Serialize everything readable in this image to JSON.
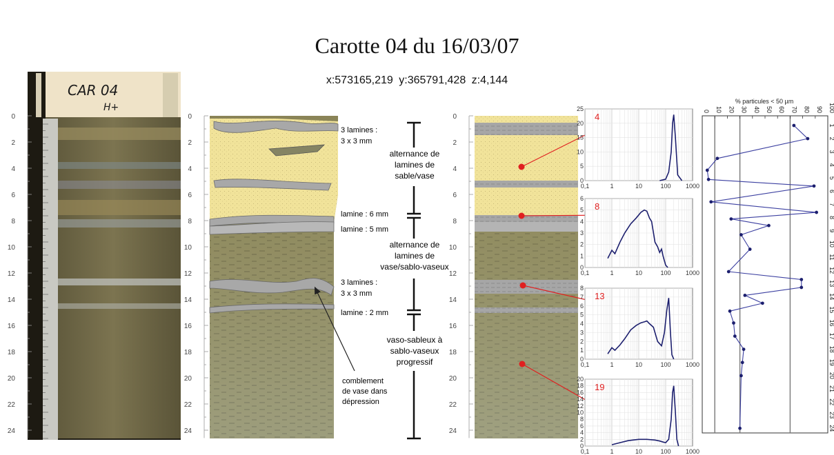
{
  "title": "Carotte 04 du 16/03/07",
  "coordinates": "x:573165,219   y:365791,428   z:4,144",
  "photo": {
    "label": "CAR 04",
    "sublabel": "H+"
  },
  "depth_ticks": [
    "0",
    "2",
    "4",
    "6",
    "8",
    "10",
    "12",
    "14",
    "16",
    "18",
    "20",
    "22",
    "24"
  ],
  "descriptions": {
    "lamines_1": [
      "3 lamines :",
      "3 x 3 mm"
    ],
    "lamine_6": "lamine : 6 mm",
    "lamine_5": "lamine : 5 mm",
    "lamines_2": [
      "3 lamines :",
      "3 x 3 mm"
    ],
    "lamine_2": "lamine : 2 mm",
    "comblement": [
      "comblement",
      "de vase dans",
      "dépression"
    ]
  },
  "units": {
    "u1": [
      "alternance de",
      "lamines de",
      "sable/vase"
    ],
    "u2": [
      "alternance de",
      "lamines de",
      "vase/sablo-vaseux"
    ],
    "u3": [
      "vaso-sableux à",
      "sablo-vaseux",
      "progressif"
    ]
  },
  "samples": [
    "4",
    "8",
    "13",
    "19"
  ],
  "colors": {
    "sand": "#f1e39a",
    "clay": "#a8a8a8",
    "mud": "#8a8457",
    "marker": "#e02020",
    "curve": "#1c1f6e"
  },
  "chart_data": [
    {
      "type": "line",
      "title": "",
      "sample": "4",
      "xscale": "log",
      "xticks": [
        "0,1",
        "1",
        "10",
        "100",
        "1000"
      ],
      "yticks": [
        "0",
        "5",
        "10",
        "15",
        "20",
        "25"
      ],
      "ylim": [
        0,
        25
      ],
      "x": [
        60,
        100,
        130,
        160,
        180,
        200,
        230,
        280,
        400
      ],
      "y": [
        0,
        0.5,
        3,
        10,
        20,
        23,
        15,
        2,
        0
      ]
    },
    {
      "type": "line",
      "title": "",
      "sample": "8",
      "xscale": "log",
      "xticks": [
        "0,1",
        "1",
        "10",
        "100",
        "1000"
      ],
      "yticks": [
        "0",
        "1",
        "2",
        "3",
        "4",
        "5",
        "6"
      ],
      "ylim": [
        0,
        6
      ],
      "x": [
        0.7,
        1,
        1.3,
        2,
        3,
        5,
        8,
        12,
        16,
        20,
        25,
        30,
        40,
        50,
        60,
        70,
        80,
        100,
        120
      ],
      "y": [
        0.8,
        1.5,
        1.2,
        2.2,
        3.0,
        3.8,
        4.3,
        4.8,
        5.0,
        4.9,
        4.3,
        4.0,
        2.2,
        1.8,
        1.3,
        1.6,
        1.0,
        0.2,
        0
      ]
    },
    {
      "type": "line",
      "title": "",
      "sample": "13",
      "xscale": "log",
      "xticks": [
        "0,1",
        "1",
        "10",
        "100",
        "1000"
      ],
      "yticks": [
        "0",
        "1",
        "2",
        "3",
        "4",
        "5",
        "6",
        "7",
        "8"
      ],
      "ylim": [
        0,
        8
      ],
      "x": [
        0.7,
        1,
        1.3,
        2,
        3,
        5,
        8,
        12,
        16,
        20,
        25,
        35,
        50,
        70,
        90,
        110,
        130,
        150,
        170,
        200
      ],
      "y": [
        0.6,
        1.3,
        1.0,
        1.6,
        2.3,
        3.3,
        3.8,
        4.1,
        4.2,
        4.3,
        4.0,
        3.6,
        2.0,
        1.5,
        3.0,
        5.5,
        6.9,
        3.0,
        0.5,
        0
      ]
    },
    {
      "type": "line",
      "title": "",
      "sample": "19",
      "xscale": "log",
      "xticks": [
        "0,1",
        "1",
        "10",
        "100",
        "1000"
      ],
      "yticks": [
        "0",
        "2",
        "4",
        "6",
        "8",
        "10",
        "12",
        "14",
        "16",
        "18",
        "20"
      ],
      "ylim": [
        0,
        20
      ],
      "x": [
        1,
        2,
        4,
        6,
        10,
        20,
        40,
        60,
        80,
        100,
        130,
        160,
        180,
        200,
        230,
        260,
        300
      ],
      "y": [
        0.4,
        1.0,
        1.6,
        1.8,
        2.0,
        2.0,
        1.8,
        1.5,
        1.2,
        1.0,
        2.0,
        8.0,
        16.0,
        18.0,
        10.0,
        2.0,
        0
      ]
    },
    {
      "type": "line",
      "title": "% particules < 50 µm",
      "xlabel": "% particules < 50 µm",
      "xticks": [
        "0",
        "10",
        "20",
        "30",
        "40",
        "50",
        "60",
        "70",
        "80",
        "90",
        "100"
      ],
      "xlim": [
        0,
        100
      ],
      "yticks": [
        "1",
        "2",
        "3",
        "4",
        "5",
        "6",
        "7",
        "8",
        "9",
        "10",
        "11",
        "12",
        "13",
        "14",
        "15",
        "16",
        "17",
        "18",
        "19",
        "20",
        "21",
        "22",
        "23",
        "24"
      ],
      "x": [
        73,
        84,
        12,
        4,
        5,
        89,
        7,
        91,
        23,
        53,
        31,
        38,
        21,
        79,
        79,
        34,
        48,
        22,
        25,
        26,
        33,
        32,
        31,
        30
      ],
      "y": [
        1,
        2,
        3.5,
        4.4,
        5.1,
        5.6,
        6.8,
        7.6,
        8.1,
        8.6,
        9.3,
        10.4,
        12.1,
        12.7,
        13.3,
        13.9,
        14.5,
        15.1,
        16.0,
        17.0,
        18.0,
        19.0,
        20.0,
        24.0
      ]
    }
  ]
}
